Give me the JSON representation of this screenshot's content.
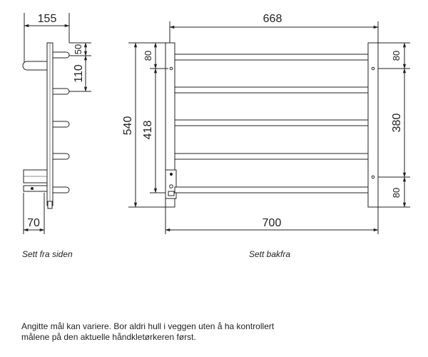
{
  "side_view": {
    "caption": "Sett fra siden",
    "dims": {
      "depth": "155",
      "top_offset": "50",
      "bar_pitch": "110",
      "bracket": "70"
    }
  },
  "back_view": {
    "caption": "Sett bakfra",
    "dims": {
      "width_top": "668",
      "width_bottom": "700",
      "height_total": "540",
      "height_inner": "418",
      "left_top": "80",
      "right_top": "80",
      "right_mid": "380",
      "right_bottom": "80"
    }
  },
  "note": {
    "line1": "Angitte mål kan variere. Bor aldri hull i veggen uten å ha kontrollert",
    "line2": "målene på den aktuelle håndkletørkeren først."
  }
}
